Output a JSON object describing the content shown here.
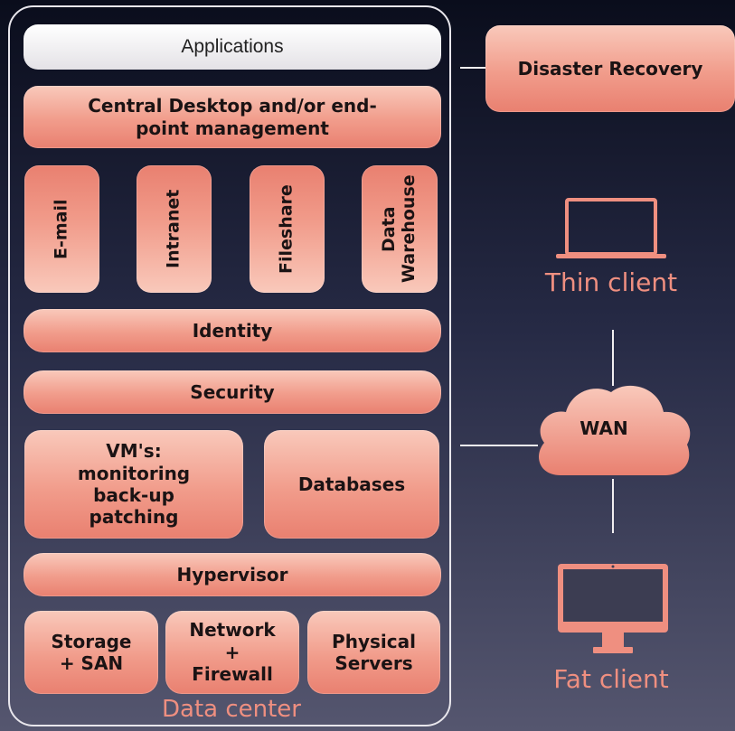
{
  "datacenter": {
    "applications": "Applications",
    "central": "Central Desktop and/or end-point management",
    "apps": [
      "E-mail",
      "Intranet",
      "Fileshare",
      "Data Warehouse"
    ],
    "identity": "Identity",
    "security": "Security",
    "vms": "VM's: monitoring back-up patching",
    "databases": "Databases",
    "hypervisor": "Hypervisor",
    "storage": "Storage + SAN",
    "network": "Network + Firewall",
    "servers": "Physical Servers",
    "label": "Data center"
  },
  "disaster_recovery": "Disaster Recovery",
  "thin_client": "Thin client",
  "wan": "WAN",
  "fat_client": "Fat client",
  "icons": [
    "laptop-icon",
    "cloud-icon",
    "monitor-icon"
  ],
  "colors": {
    "box": "#f19c8b",
    "label": "#ef8f80",
    "outline": "#e8e6ec"
  }
}
